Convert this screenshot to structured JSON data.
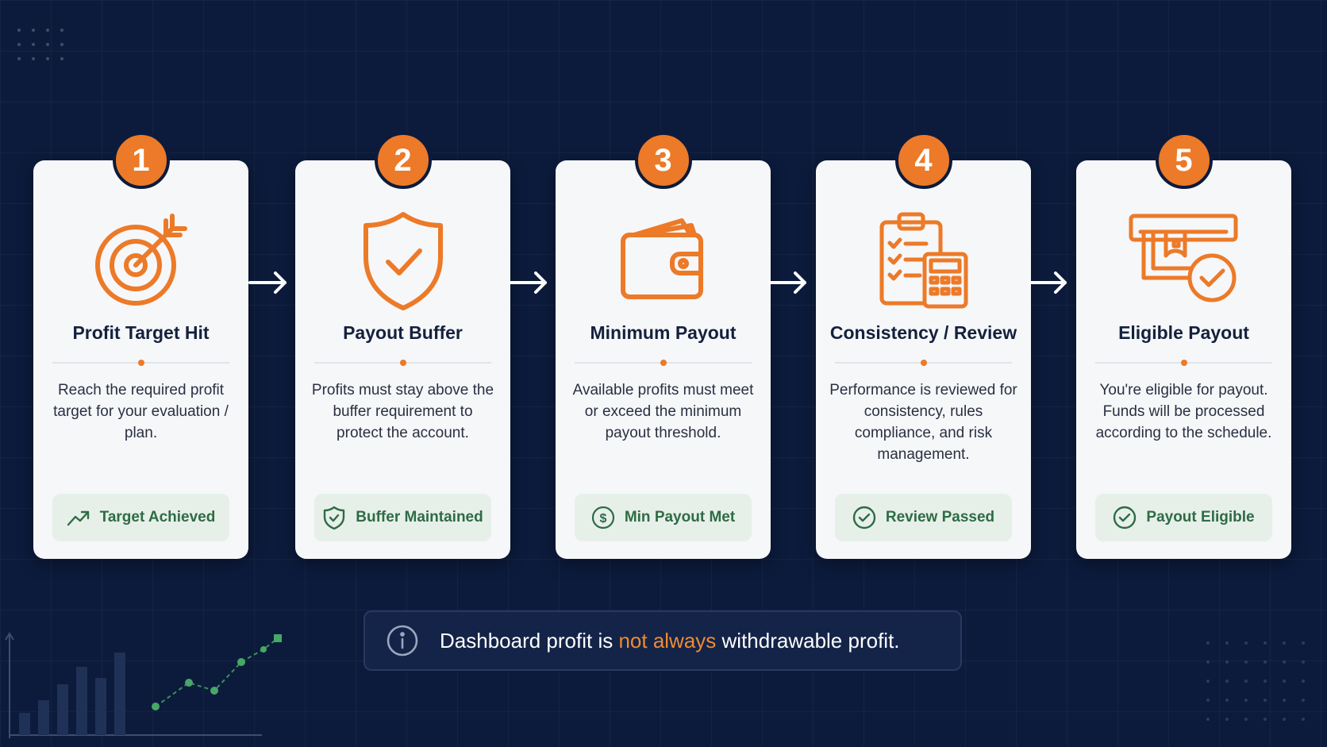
{
  "steps": [
    {
      "number": "1",
      "title": "Profit Target Hit",
      "description": "Reach the required profit target for your evaluation / plan.",
      "status": "Target Achieved",
      "icon": "target-icon",
      "status_icon": "trend-up-icon"
    },
    {
      "number": "2",
      "title": "Payout Buffer",
      "description": "Profits must stay above the buffer requirement to protect the account.",
      "status": "Buffer Maintained",
      "icon": "shield-check-icon",
      "status_icon": "shield-icon"
    },
    {
      "number": "3",
      "title": "Minimum Payout",
      "description": "Available profits must meet or exceed the minimum payout threshold.",
      "status": "Min Payout Met",
      "icon": "wallet-icon",
      "status_icon": "dollar-circle-icon"
    },
    {
      "number": "4",
      "title": "Consistency / Review",
      "description": "Performance is reviewed for consistency, rules compliance, and risk management.",
      "status": "Review Passed",
      "icon": "clipboard-calculator-icon",
      "status_icon": "check-circle-icon"
    },
    {
      "number": "5",
      "title": "Eligible Payout",
      "description": "You're eligible for payout. Funds will be processed according to the schedule.",
      "status": "Payout Eligible",
      "icon": "atm-cash-check-icon",
      "status_icon": "check-circle-icon"
    }
  ],
  "note": {
    "before": "Dashboard profit is ",
    "highlight": "not always",
    "after": " withdrawable profit.",
    "icon": "info-icon"
  },
  "colors": {
    "background": "#0c1b3c",
    "accent": "#ec7a28",
    "card": "#f6f7f9",
    "status_text": "#2f6b45",
    "status_bg": "#e6f0e9"
  }
}
